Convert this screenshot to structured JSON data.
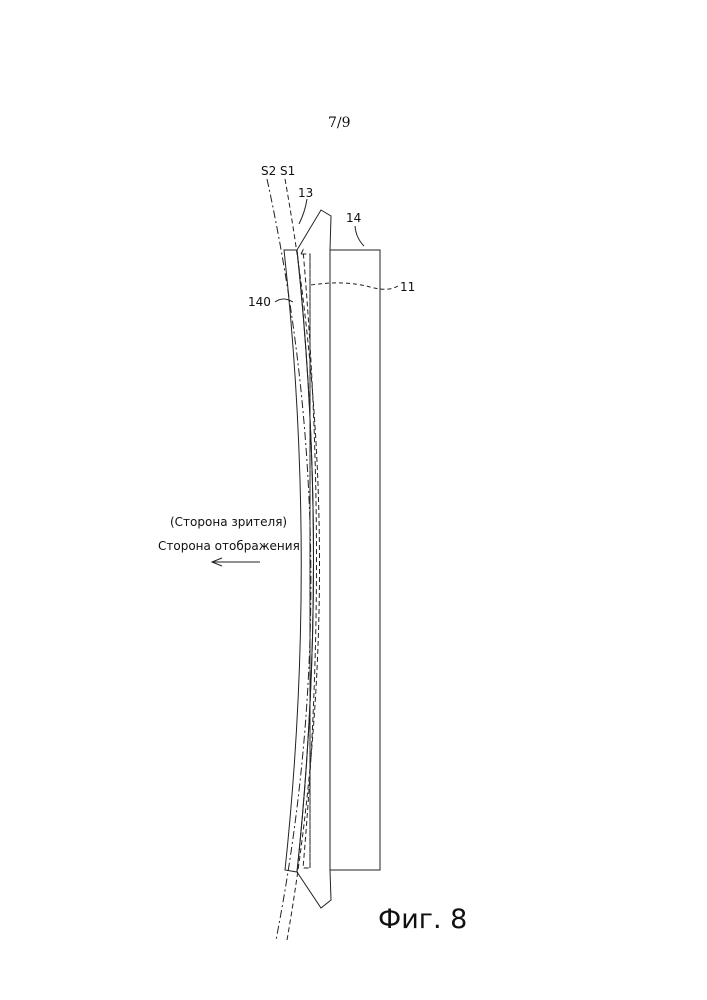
{
  "page_number": "7∕9",
  "labels": {
    "s2": "S2",
    "s1": "S1",
    "part_13": "13",
    "part_14": "14",
    "part_11": "11",
    "part_140": "140",
    "viewer_side": "(Сторона зрителя)",
    "display_side": "Сторона отображения"
  },
  "caption": "Фиг. 8"
}
